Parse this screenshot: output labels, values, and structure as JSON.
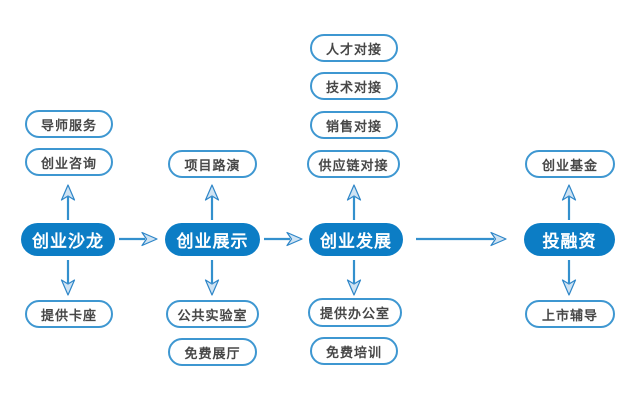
{
  "diagram": {
    "type": "flowchart",
    "flow_sequence": [
      "创业沙龙",
      "创业展示",
      "创业发展",
      "投融资"
    ],
    "columns": [
      {
        "main": "创业沙龙",
        "top_items": [
          "导师服务",
          "创业咨询"
        ],
        "bottom_items": [
          "提供卡座"
        ]
      },
      {
        "main": "创业展示",
        "top_items": [
          "项目路演"
        ],
        "bottom_items": [
          "公共实验室",
          "免费展厅"
        ]
      },
      {
        "main": "创业发展",
        "top_items": [
          "人才对接",
          "技术对接",
          "销售对接",
          "供应链对接"
        ],
        "bottom_items": [
          "提供办公室",
          "免费培训"
        ]
      },
      {
        "main": "投融资",
        "top_items": [
          "创业基金"
        ],
        "bottom_items": [
          "上市辅导"
        ]
      }
    ],
    "colors": {
      "main_node_fill": "#0c7dc5",
      "main_node_text": "#ffffff",
      "outline_stroke": "#3e97d1",
      "outline_text": "#474747",
      "arrow_line": "#3390cd",
      "arrowhead_fill": "#cfe3f3",
      "arrowhead_stroke": "#2e86c8",
      "background": "#ffffff"
    }
  }
}
